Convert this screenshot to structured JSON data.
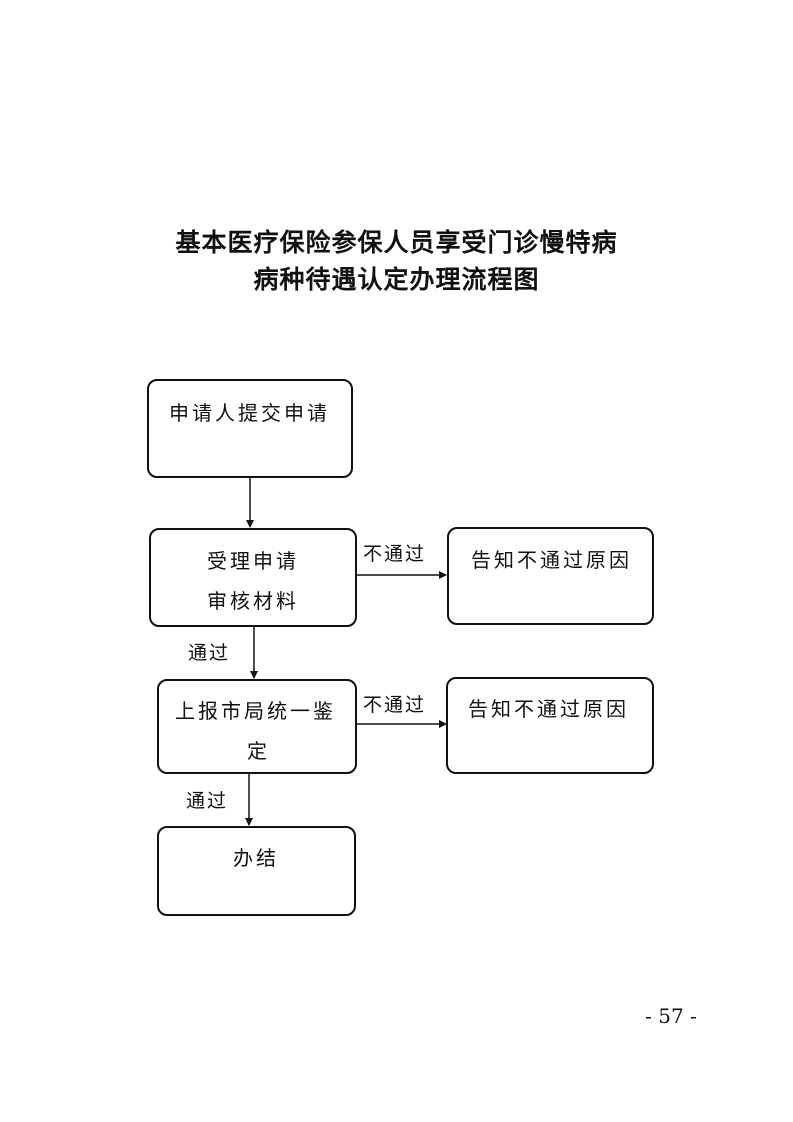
{
  "title": {
    "line1": "基本医疗保险参保人员享受门诊慢特病",
    "line2": "病种待遇认定办理流程图"
  },
  "flowchart": {
    "nodes": {
      "submit": {
        "lines": [
          "申请人提交申请"
        ]
      },
      "review": {
        "lines": [
          "受理申请",
          "审核材料"
        ]
      },
      "reject_1": {
        "lines": [
          "告知不通过原因"
        ]
      },
      "appraisal": {
        "lines": [
          "上报市局统一鉴",
          "定"
        ]
      },
      "reject_2": {
        "lines": [
          "告知不通过原因"
        ]
      },
      "done": {
        "lines": [
          "办结"
        ]
      }
    },
    "edges": {
      "review_fail": "不通过",
      "review_pass": "通过",
      "appraisal_fail": "不通过",
      "appraisal_pass": "通过"
    }
  },
  "page_number": "- 57 -"
}
